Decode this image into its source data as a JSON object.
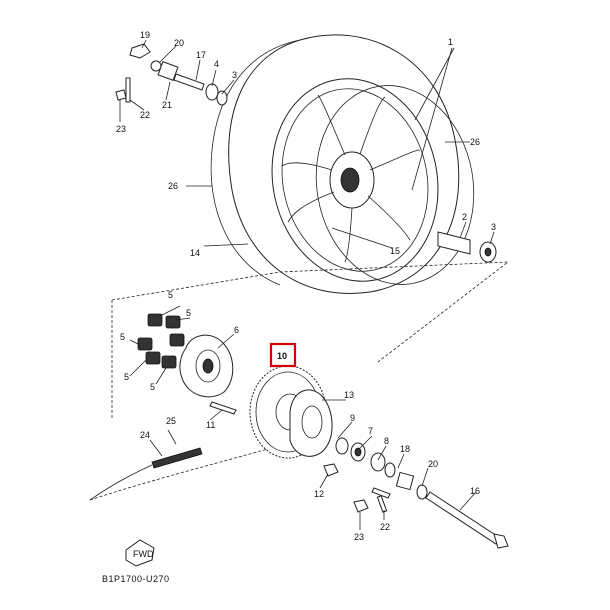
{
  "diagram": {
    "drawing_code": "B1P1700-U270",
    "fwd_label": "FWD",
    "highlight_color": "#d00000",
    "highlighted_part": "10",
    "callouts": {
      "p1": "1",
      "p2": "2",
      "p3a": "3",
      "p3b": "3",
      "p4": "4",
      "p5a": "5",
      "p5b": "5",
      "p5c": "5",
      "p5d": "5",
      "p5e": "5",
      "p6": "6",
      "p7": "7",
      "p8": "8",
      "p9": "9",
      "p10": "10",
      "p11": "11",
      "p12": "12",
      "p13": "13",
      "p14": "14",
      "p15": "15",
      "p16": "16",
      "p17": "17",
      "p18": "18",
      "p19": "19",
      "p20a": "20",
      "p20b": "20",
      "p21": "21",
      "p22a": "22",
      "p22b": "22",
      "p23a": "23",
      "p23b": "23",
      "p24": "24",
      "p25": "25",
      "p26a": "26",
      "p26b": "26"
    }
  }
}
